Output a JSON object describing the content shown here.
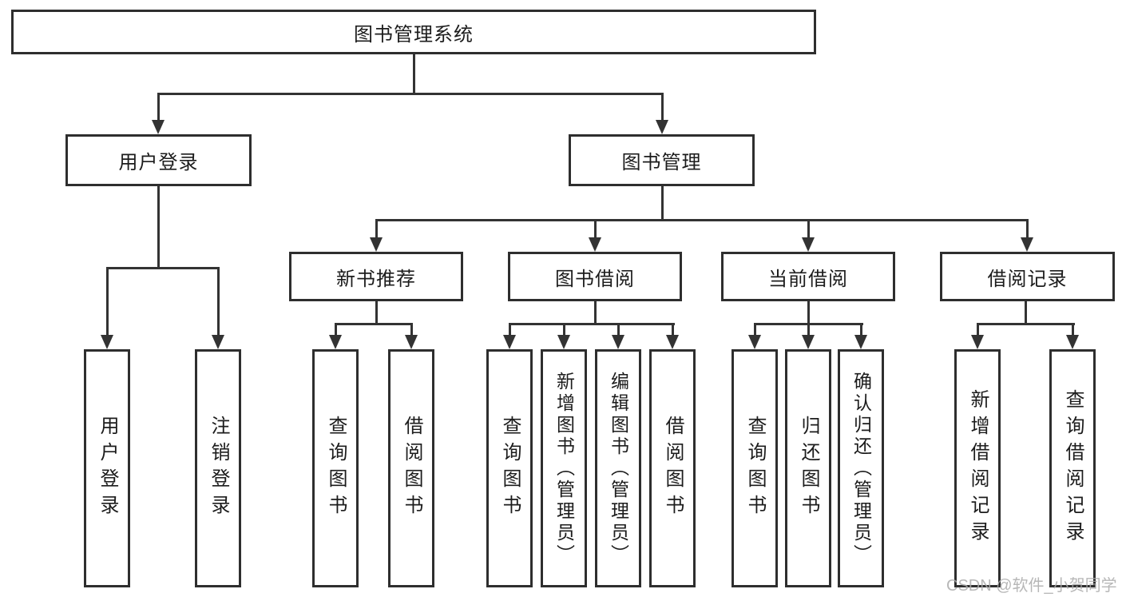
{
  "diagram": {
    "tree": {
      "root": {
        "label": "图书管理系统",
        "children": [
          {
            "label": "用户登录",
            "children": [
              {
                "label": "用户登录"
              },
              {
                "label": "注销登录"
              }
            ]
          },
          {
            "label": "图书管理",
            "children": [
              {
                "label": "新书推荐",
                "children": [
                  {
                    "label": "查询图书"
                  },
                  {
                    "label": "借阅图书"
                  }
                ]
              },
              {
                "label": "图书借阅",
                "children": [
                  {
                    "label": "查询图书"
                  },
                  {
                    "label": "新增图书（管理员）"
                  },
                  {
                    "label": "编辑图书（管理员）"
                  },
                  {
                    "label": "借阅图书"
                  }
                ]
              },
              {
                "label": "当前借阅",
                "children": [
                  {
                    "label": "查询图书"
                  },
                  {
                    "label": "归还图书"
                  },
                  {
                    "label": "确认归还（管理员）"
                  }
                ]
              },
              {
                "label": "借阅记录",
                "children": [
                  {
                    "label": "新增借阅记录"
                  },
                  {
                    "label": "查询借阅记录"
                  }
                ]
              }
            ]
          }
        ]
      }
    },
    "watermark": "CSDN @软件_小贺同学",
    "colors": {
      "line": "#333333",
      "border": "#2e2e2e",
      "text": "#1c1c1c",
      "watermark": "#aaaaaa",
      "background": "#ffffff"
    }
  }
}
